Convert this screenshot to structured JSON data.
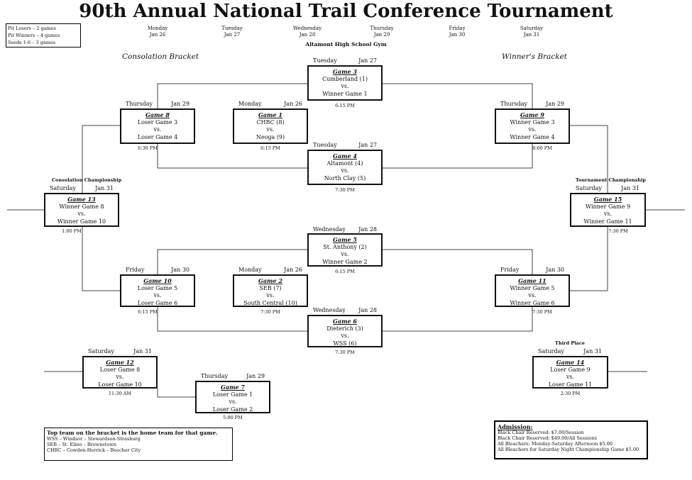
{
  "title": "90th Annual National Trail Conference Tournament",
  "legend": [
    "Pit Losers – 2 games",
    "Pit Winners – 4 games",
    "Seeds 1-6 – 3 games"
  ],
  "days": [
    {
      "day": "Monday",
      "date": "Jan 26"
    },
    {
      "day": "Tuesday",
      "date": "Jan 27"
    },
    {
      "day": "Wednesday",
      "date": "Jan 28"
    },
    {
      "day": "Thursday",
      "date": "Jan 29"
    },
    {
      "day": "Friday",
      "date": "Jan 30"
    },
    {
      "day": "Saturday",
      "date": "Jan 31"
    }
  ],
  "venue": "Altamont High School Gym",
  "sections": {
    "consolation": "Consolation Bracket",
    "winners": "Winner's Bracket"
  },
  "labels": {
    "consolation_championship": "Consolation  Championship",
    "tournament_championship": "Tournament  Championship",
    "third_place": "Third Place"
  },
  "games": {
    "g1": {
      "title": "Game 1",
      "top": "CHBC (8)",
      "vs": "vs.",
      "bottom": "Neoga (9)",
      "day": "Monday",
      "date": "Jan 26",
      "time": "6:15 PM"
    },
    "g2": {
      "title": "Game 2",
      "top": "SEB (7)",
      "vs": "vs.",
      "bottom": "South Central (10)",
      "day": "Monday",
      "date": "Jan 26",
      "time": "7:30 PM"
    },
    "g3": {
      "title": "Game 3",
      "top": "Cumberland (1)",
      "vs": "vs.",
      "bottom": "Winner Game 1",
      "day": "Tuesday",
      "date": "Jan 27",
      "time": "6:15 PM"
    },
    "g4": {
      "title": "Game 4",
      "top": "Altamont (4)",
      "vs": "vs.",
      "bottom": "North Clay (5)",
      "day": "Tuesday",
      "date": "Jan 27",
      "time": "7:30 PM"
    },
    "g5": {
      "title": "Game 5",
      "top": "St. Anthony (2)",
      "vs": "vs.",
      "bottom": "Winner Game 2",
      "day": "Wednesday",
      "date": "Jan 28",
      "time": "6:15 PM"
    },
    "g6": {
      "title": "Game 6",
      "top": "Dieterich (3)",
      "vs": "vs.",
      "bottom": "WSS (6)",
      "day": "Wednesday",
      "date": "Jan 28",
      "time": "7:30 PM"
    },
    "g7": {
      "title": "Game 7",
      "top": "Loser Game 1",
      "vs": "vs.",
      "bottom": "Loser Game 2",
      "day": "Thursday",
      "date": "Jan 29",
      "time": "5:00 PM"
    },
    "g8": {
      "title": "Game 8",
      "top": "Loser Game 3",
      "vs": "vs.",
      "bottom": "Loser Game 4",
      "day": "Thursday",
      "date": "Jan 29",
      "time": "6:30 PM"
    },
    "g9": {
      "title": "Game 9",
      "top": "Winner Game 3",
      "vs": "vs.",
      "bottom": "Winner Game 4",
      "day": "Thursday",
      "date": "Jan 29",
      "time": "8:00 PM"
    },
    "g10": {
      "title": "Game 10",
      "top": "Loser Game 5",
      "vs": "vs.",
      "bottom": "Loser Game 6",
      "day": "Friday",
      "date": "Jan 30",
      "time": "6:15 PM"
    },
    "g11": {
      "title": "Game 11",
      "top": "Winner Game 5",
      "vs": "vs.",
      "bottom": "Winner Game 6",
      "day": "Friday",
      "date": "Jan 30",
      "time": "7:30 PM"
    },
    "g12": {
      "title": "Game 12",
      "top": "Loser Game 8",
      "vs": "vs.",
      "bottom": "Loser Game 10",
      "day": "Saturday",
      "date": "Jan 31",
      "time": "11:30 AM"
    },
    "g13": {
      "title": "Game 13",
      "top": "Winner Game 8",
      "vs": "vs.",
      "bottom": "Winner Game 10",
      "day": "Saturday",
      "date": "Jan 31",
      "time": "1:00 PM"
    },
    "g14": {
      "title": "Game 14",
      "top": "Loser Game 9",
      "vs": "vs.",
      "bottom": "Loser Game 11",
      "day": "Saturday",
      "date": "Jan 31",
      "time": "2:30 PM"
    },
    "g15": {
      "title": "Game 15",
      "top": "Winner Game 9",
      "vs": "vs.",
      "bottom": "Winner Game 11",
      "day": "Saturday",
      "date": "Jan 31",
      "time": "7:30 PM"
    }
  },
  "note": {
    "heading": "Top team on the bracket is the home team for that game.",
    "lines": [
      "WSS – Windsor – Stewardson-Strasburg",
      "SEB – St. Elmo – Brownstown",
      "CHBC – Cowden-Herrick – Beecher City"
    ]
  },
  "admission": {
    "heading": "Admission:",
    "lines": [
      "Black Chair Reserved: $7.00/Session",
      "Black Chair Reserved: $49.00/All Sessions",
      "All Bleachers: Monday-Saturday Afternoon $5.00",
      "All Bleachers for Saturday Night Championship Game $5.00"
    ]
  }
}
